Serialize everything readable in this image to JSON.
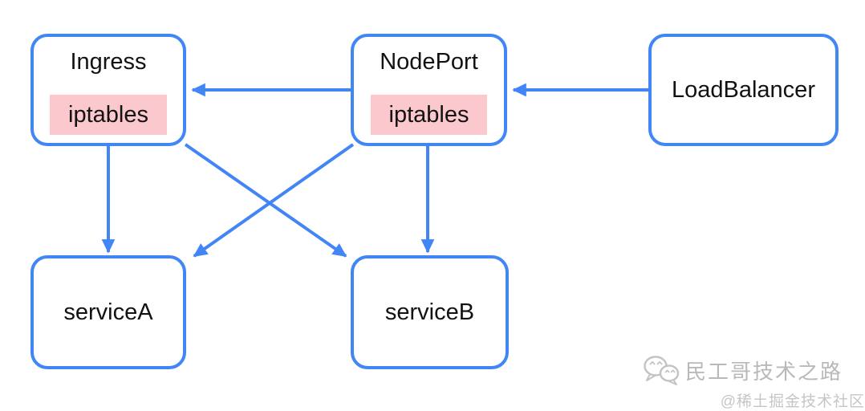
{
  "diagram": {
    "type": "flow-diagram",
    "nodes": [
      {
        "id": "ingress",
        "label": "Ingress",
        "tag": "iptables"
      },
      {
        "id": "nodeport",
        "label": "NodePort",
        "tag": "iptables"
      },
      {
        "id": "loadbalancer",
        "label": "LoadBalancer"
      },
      {
        "id": "servicea",
        "label": "serviceA"
      },
      {
        "id": "serviceb",
        "label": "serviceB"
      }
    ],
    "edges": [
      {
        "from": "loadbalancer",
        "to": "nodeport"
      },
      {
        "from": "nodeport",
        "to": "ingress"
      },
      {
        "from": "ingress",
        "to": "servicea"
      },
      {
        "from": "ingress",
        "to": "serviceb"
      },
      {
        "from": "nodeport",
        "to": "servicea"
      },
      {
        "from": "nodeport",
        "to": "serviceb"
      }
    ],
    "colors": {
      "line": "#4285f4",
      "tag_bg": "#fbc9cd",
      "text": "#121212"
    }
  },
  "watermark": {
    "brand": "民工哥技术之路",
    "community": "@稀土掘金技术社区"
  }
}
